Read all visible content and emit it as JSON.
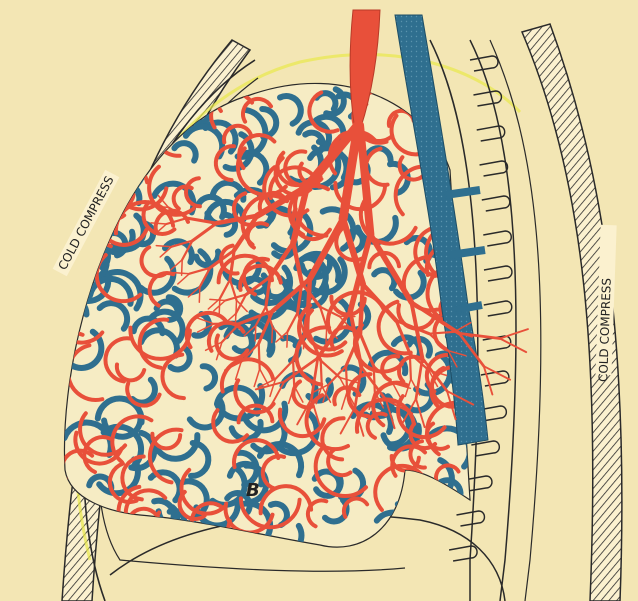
{
  "labels": {
    "compress_left": "COLD COMPRESS",
    "compress_right": "COLD COMPRESS",
    "region_marker": "B"
  },
  "colors": {
    "background": "#f3e6b4",
    "artery": "#e8503a",
    "vein": "#2f6f8f",
    "outline": "#2a2a2a",
    "hatch_fill": "#fbf1cf",
    "warm_glow": "#e8e84a"
  }
}
